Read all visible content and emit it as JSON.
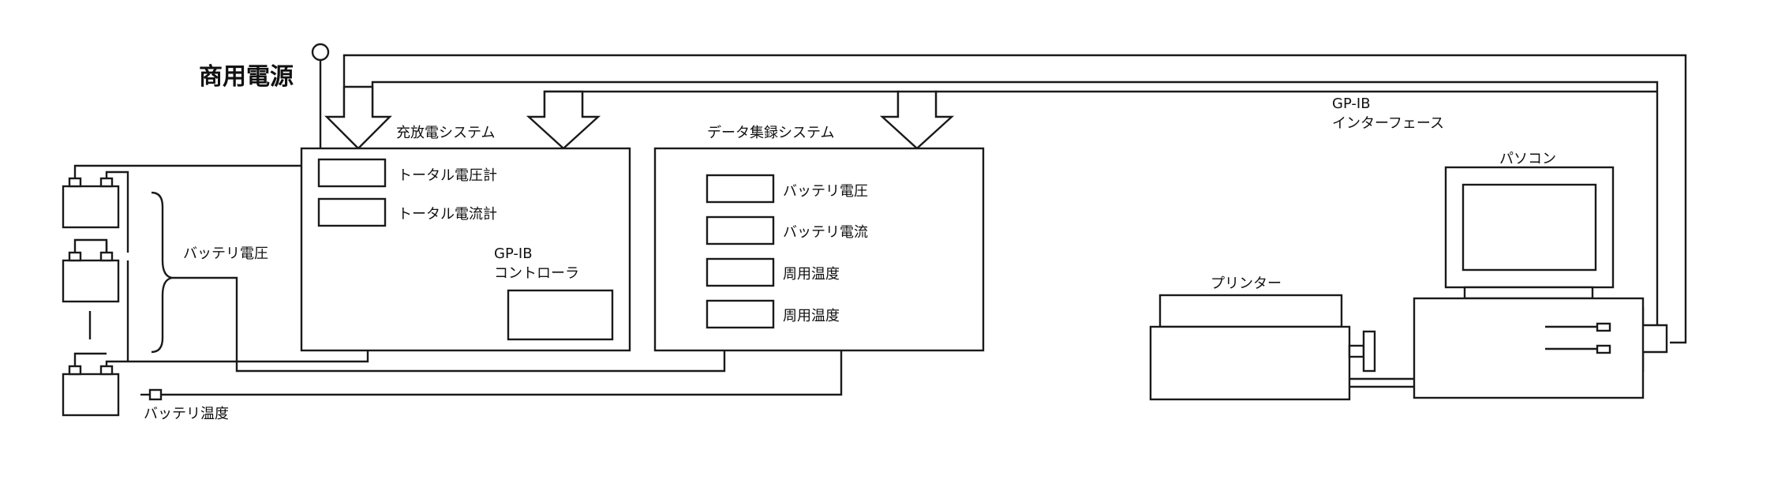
{
  "labels": {
    "commercial_power": "商用電源",
    "charge_system": "充放電システム",
    "total_voltmeter": "トータル電圧計",
    "total_ammeter": "トータル電流計",
    "gpib_controller_line1": "GP-IB",
    "gpib_controller_line2": "コントローラ",
    "battery_voltage_left": "バッテリ電圧",
    "data_system": "データ集録システム",
    "channels": [
      "バッテリ電圧",
      "バッテリ電流",
      "周用温度",
      "周用温度"
    ],
    "gpib_interface_line1": "GP-IB",
    "gpib_interface_line2": "インターフェース",
    "pc": "パソコン",
    "printer": "プリンター",
    "battery_temperature": "バッテリ温度"
  }
}
